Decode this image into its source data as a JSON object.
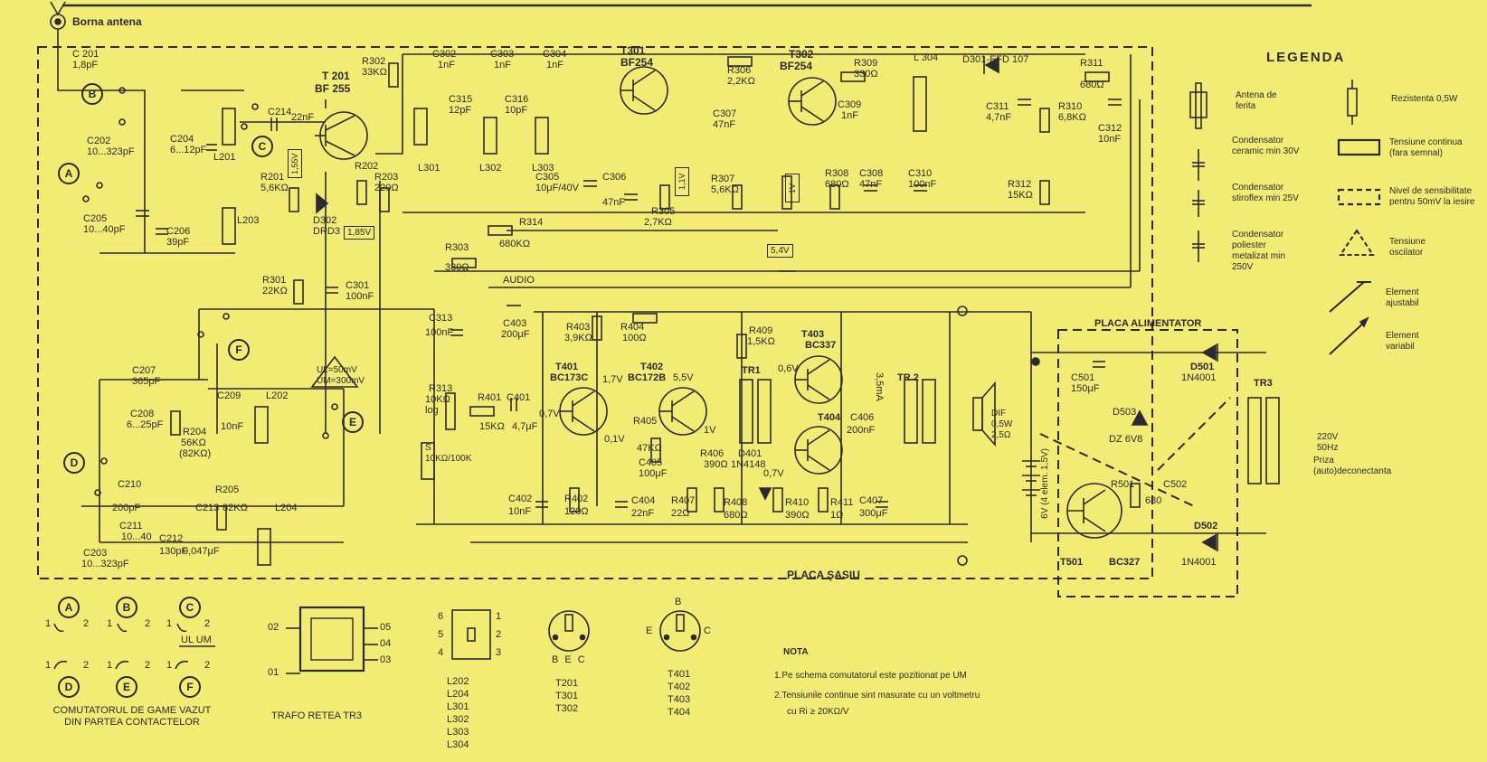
{
  "antenna_label": "Borna antena",
  "legend": {
    "title": "LEGENDA",
    "items": [
      {
        "text": "Antena de ferita",
        "icon": "ferrite-antenna-icon"
      },
      {
        "text": "Condensator ceramic min 30V",
        "icon": "ceramic-capacitor-icon"
      },
      {
        "text": "Condensator stiroflex min 25V",
        "icon": "styroflex-capacitor-icon"
      },
      {
        "text": "Condensator poliester metalizat min 250V",
        "icon": "polyester-capacitor-icon"
      },
      {
        "text": "Rezistenta 0,5W",
        "icon": "resistor-icon"
      },
      {
        "text": "Tensiune continua (fara semnal)",
        "icon": "dc-voltage-box-icon"
      },
      {
        "text": "Nivel de sensibilitate pentru 50mV la iesire",
        "icon": "sensitivity-dashed-box-icon"
      },
      {
        "text": "Tensiune oscilator",
        "icon": "oscillator-voltage-triangle-icon"
      },
      {
        "text": "Element ajustabil",
        "icon": "adjustable-element-icon"
      },
      {
        "text": "Element variabil",
        "icon": "variable-element-icon"
      }
    ]
  },
  "components": {
    "c201": "C 201",
    "c201v": "1,8pF",
    "c202": "C202",
    "c202v": "10...323pF",
    "c204": "C204",
    "c204v": "6...12pF",
    "c205": "C205",
    "c205v": "10...40pF",
    "c206": "C206",
    "c206v": "39pF",
    "l201": "L201",
    "l203": "L203",
    "c214": "C214",
    "c214v": "22nF",
    "t201": "T 201",
    "t201v": "BF 255",
    "r201": "R201",
    "r201v": "5,6KΩ",
    "r202": "R202",
    "r203": "R203",
    "r203v": "220Ω",
    "d302": "D302",
    "d302v": "DRD3",
    "v155": "1,55V",
    "v185": "1,85V",
    "r302": "R302",
    "r302v": "33KΩ",
    "c302": "C302",
    "c302v": "1nF",
    "c303": "C303",
    "c303v": "1nF",
    "c304": "C304",
    "c304v": "1nF",
    "c315": "C315",
    "c315v": "12pF",
    "c316": "C316",
    "c316v": "10pF",
    "l301": "L301",
    "l302": "L302",
    "l303": "L303",
    "t301": "T301",
    "t301v": "BF254",
    "t302": "T302",
    "t302v": "BF254",
    "r306": "R306",
    "r306v": "2,2KΩ",
    "c307": "C307",
    "c307v": "47nF",
    "c305": "C305",
    "c305v": "10μF/40V",
    "c306": "C306",
    "c306v": "47nF",
    "r305": "R305",
    "r305v": "2,7KΩ",
    "v11": "1,1V",
    "r307": "R307",
    "r307v": "5,6KΩ",
    "r309": "R309",
    "r309v": "330Ω",
    "c309": "C309",
    "c309v": "1nF",
    "r308": "R308",
    "r308v": "680Ω",
    "c308": "C308",
    "c308v": "47nF",
    "v1": "1V",
    "l304": "L 304",
    "d301": "D301-EFD 107",
    "c311": "C311",
    "c311v": "4,7nF",
    "c310": "C310",
    "c310v": "100nF",
    "r311": "R311",
    "r311v": "680Ω",
    "r310": "R310",
    "r310v": "6,8KΩ",
    "c312": "C312",
    "c312v": "10nF",
    "r312": "R312",
    "r312v": "15KΩ",
    "r314": "R314",
    "r314v": "680KΩ",
    "v54": "5,4V",
    "r303": "R303",
    "r303v": "330Ω",
    "r301": "R301",
    "r301v": "22KΩ",
    "c301": "C301",
    "c301v": "100nF",
    "audio": "AUDIO",
    "c313": "C313",
    "c313v": "100nF",
    "c207": "C207",
    "c207v": "365pF",
    "c208": "C208",
    "c208v": "6...25pF",
    "c209": "C209",
    "c209v": "10nF",
    "l202": "L202",
    "r204": "R204",
    "r204v": "56KΩ",
    "r204v2": "(82KΩ)",
    "osc": "UL=50mV UM=300mV",
    "c210": "C210",
    "c210v": "200pF",
    "c211": "C211",
    "c211v": "10...40",
    "c212": "C212",
    "c212v": "130pF",
    "c213": "C213",
    "c213v": "0,047μF",
    "r205": "R205",
    "r205v": "82KΩ",
    "l204": "L204",
    "c203": "C203",
    "c203v": "10...323pF",
    "r313": "R313",
    "r313v": "10KΩ log",
    "sw": "S 10KΩ/100K",
    "r401": "R401",
    "r401v": "15KΩ",
    "c401": "C401",
    "c401v": "4,7μF",
    "v07": "0,7V",
    "c403": "C403",
    "c403v": "200μF",
    "r403": "R403",
    "r403v": "3,9KΩ",
    "r404": "R404",
    "r404v": "100Ω",
    "t401": "T401",
    "t401v": "BC173C",
    "t402": "T402",
    "t402v": "BC172B",
    "v17": "1,7V",
    "v55": "5,5V",
    "v01": "0,1V",
    "v1b": "1V",
    "r405": "R405",
    "r405v": "47KΩ",
    "c405": "C405",
    "c405v": "100μF",
    "r406": "R406",
    "r406v": "390Ω",
    "d401": "D401",
    "d401v": "1N4148",
    "tr1": "TR1",
    "r409": "R409",
    "r409v": "1,5KΩ",
    "t403": "T403",
    "t403v": "BC337",
    "t404": "T404",
    "v06": "0,6V",
    "v07b": "0,7V",
    "c406": "C406",
    "c406v": "200nF",
    "c402": "C402",
    "c402v": "10nF",
    "r402": "R402",
    "r402v": "120Ω",
    "c404": "C404",
    "c404v": "22nF",
    "r407": "R407",
    "r407v": "22Ω",
    "r408": "R408",
    "r408v": "680Ω",
    "r410": "R410",
    "r410v": "390Ω",
    "r411": "R411",
    "r411v": "1Ω",
    "c407": "C407",
    "c407v": "300μF",
    "ma": "3,5mA",
    "tr2": "TR 2",
    "dif": "DIF 0,5W 2,5Ω",
    "bat": "6V (4 elem. 1,5V)",
    "placa_alim": "PLACA ALIMENTATOR",
    "c501": "C501",
    "c501v": "150μF",
    "d501": "D501",
    "d501v": "1N4001",
    "d503": "D503",
    "d503v": "DZ 6V8",
    "r501": "R501",
    "r501v": "680",
    "c502": "C502",
    "t501": "T501",
    "t501v": "BC327",
    "d502": "D502",
    "d502v": "1N4001",
    "tr3": "TR3",
    "mains": "220V 50Hz",
    "priza": "Priza (auto)deconectanta",
    "placa_sasiu": "PLACA ŞASIU"
  },
  "switch_circles": [
    "A",
    "B",
    "C",
    "D",
    "E",
    "F"
  ],
  "bottom": {
    "commutator_caption": "COMUTATORUL DE GAME VAZUT DIN PARTEA CONTACTELOR",
    "switch_pins": [
      "1",
      "2"
    ],
    "ul_um": "UL UM",
    "trafo_caption": "TRAFO RETEA TR3",
    "trafo_pins": [
      "02",
      "01",
      "05",
      "04",
      "03"
    ],
    "coil_pins": [
      "6",
      "5",
      "4",
      "1",
      "2",
      "3"
    ],
    "coil_list": [
      "L202",
      "L204",
      "L301",
      "L302",
      "L303",
      "L304"
    ],
    "bec": "B E C",
    "transistor_group1": [
      "T201",
      "T301",
      "T302"
    ],
    "pin_b": "B",
    "pin_e": "E",
    "pin_c": "C",
    "transistor_group2": [
      "T401",
      "T402",
      "T403",
      "T404"
    ],
    "nota_title": "NOTA",
    "nota_lines": [
      "1.Pe schema comutatorul este pozitionat pe UM",
      "2.Tensiunile continue sint masurate cu un voltmetru",
      "cu Ri ≥ 20KΩ/V"
    ]
  }
}
